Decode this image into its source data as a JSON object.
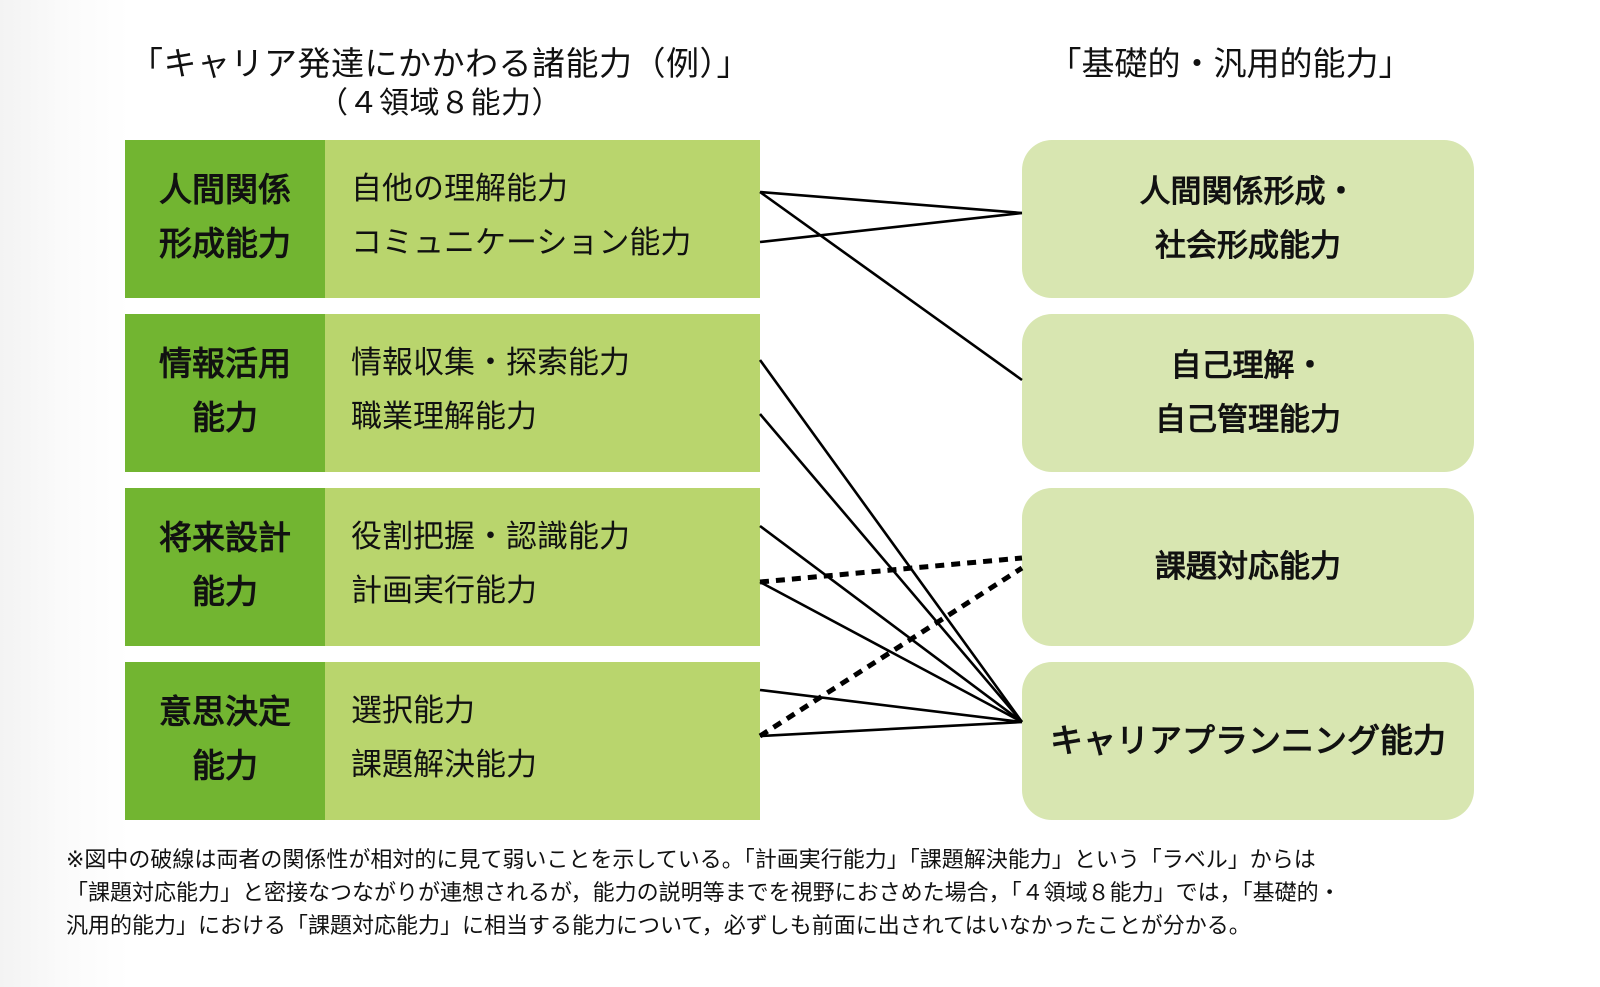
{
  "titles": {
    "left_main": "「キャリア発達にかかわる諸能力（例）」",
    "left_sub": "（４領域８能力）",
    "right_main": "「基礎的・汎用的能力」"
  },
  "colors": {
    "domain_header": "#72b531",
    "domain_body": "#b9d56d",
    "basic_box": "#d8e6b1",
    "line": "#000000"
  },
  "domains": [
    {
      "head": [
        "人間関係",
        "形成能力"
      ],
      "items": [
        "自他の理解能力",
        "コミュニケーション能力"
      ]
    },
    {
      "head": [
        "情報活用",
        "能力"
      ],
      "items": [
        "情報収集・探索能力",
        "職業理解能力"
      ]
    },
    {
      "head": [
        "将来設計",
        "能力"
      ],
      "items": [
        "役割把握・認識能力",
        "計画実行能力"
      ]
    },
    {
      "head": [
        "意思決定",
        "能力"
      ],
      "items": [
        "選択能力",
        "課題解決能力"
      ]
    }
  ],
  "basic_abilities": [
    {
      "lines": [
        "人間関係形成・",
        "社会形成能力"
      ]
    },
    {
      "lines": [
        "自己理解・",
        "自己管理能力"
      ]
    },
    {
      "lines": [
        "課題対応能力"
      ]
    },
    {
      "lines": [
        "キャリアプランニング能力"
      ]
    }
  ],
  "links": [
    {
      "from": "自他の理解能力",
      "to": "人間関係形成・社会形成能力",
      "style": "solid"
    },
    {
      "from": "自他の理解能力",
      "to": "自己理解・自己管理能力",
      "style": "solid"
    },
    {
      "from": "コミュニケーション能力",
      "to": "人間関係形成・社会形成能力",
      "style": "solid"
    },
    {
      "from": "情報収集・探索能力",
      "to": "キャリアプランニング能力",
      "style": "solid"
    },
    {
      "from": "職業理解能力",
      "to": "キャリアプランニング能力",
      "style": "solid"
    },
    {
      "from": "役割把握・認識能力",
      "to": "キャリアプランニング能力",
      "style": "solid"
    },
    {
      "from": "計画実行能力",
      "to": "課題対応能力",
      "style": "dashed"
    },
    {
      "from": "計画実行能力",
      "to": "キャリアプランニング能力",
      "style": "solid"
    },
    {
      "from": "選択能力",
      "to": "キャリアプランニング能力",
      "style": "solid"
    },
    {
      "from": "課題解決能力",
      "to": "課題対応能力",
      "style": "dashed"
    },
    {
      "from": "課題解決能力",
      "to": "キャリアプランニング能力",
      "style": "solid"
    }
  ],
  "note": [
    "※図中の破線は両者の関係性が相対的に見て弱いことを示している。「計画実行能力」「課題解決能力」という「ラベル」からは",
    "「課題対応能力」と密接なつながりが連想されるが，能力の説明等までを視野におさめた場合，「４領域８能力」では，「基礎的・",
    "汎用的能力」における「課題対応能力」に相当する能力について，必ずしも前面に出されてはいなかったことが分かる。"
  ]
}
